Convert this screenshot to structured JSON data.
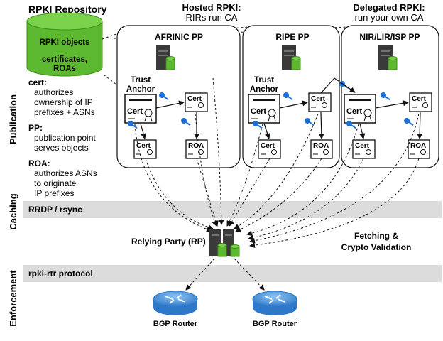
{
  "layers": {
    "publication": "Publication",
    "caching": "Caching",
    "enforcement": "Enforcement"
  },
  "repository": {
    "title": "RPKI Repository",
    "cylinder_line1": "RPKI objects",
    "cylinder_line2": "certificates,",
    "cylinder_line3": "ROAs"
  },
  "definitions": {
    "cert_term": "cert:",
    "cert_desc1": "authorizes",
    "cert_desc2": "ownership of IP",
    "cert_desc3": "prefixes + ASNs",
    "pp_term": "PP:",
    "pp_desc1": "publication point",
    "pp_desc2": "serves objects",
    "roa_term": "ROA:",
    "roa_desc1": "authorizes ASNs",
    "roa_desc2": "to originate",
    "roa_desc3": "IP prefixes"
  },
  "headers": {
    "hosted_title": "Hosted RPKI:",
    "hosted_sub": "RIRs run CA",
    "delegated_title": "Delegated RPKI:",
    "delegated_sub": "run your own CA"
  },
  "pps": [
    {
      "name": "AFRINIC PP"
    },
    {
      "name": "RIPE PP"
    },
    {
      "name": "NIR/LIR/ISP PP"
    }
  ],
  "objects": {
    "trust_anchor_line1": "Trust",
    "trust_anchor_line2": "Anchor",
    "cert_label": "Cert",
    "roa_label": "ROA"
  },
  "bands": {
    "caching": "RRDP / rsync",
    "enforcement": "rpki-rtr protocol"
  },
  "relying_party": "Relying Party (RP)",
  "fetching_line1": "Fetching &",
  "fetching_line2": "Crypto Validation",
  "routers": [
    "BGP Router",
    "BGP Router"
  ],
  "colors": {
    "green": "#5cb82e",
    "green_dark": "#3f8f1a",
    "band": "#dcdcdc",
    "key_blue": "#1a6fd6",
    "router_blue": "#3a8fd8",
    "server_dark": "#3a3a3a"
  }
}
